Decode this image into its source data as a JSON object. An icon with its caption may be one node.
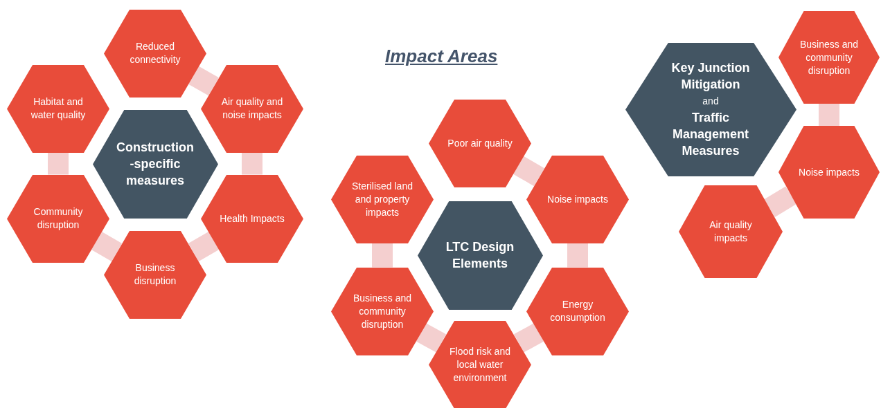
{
  "diagram": {
    "title": "Impact Areas",
    "nodes": [
      {
        "text": [
          "Construction -specific measures"
        ]
      },
      {
        "text": [
          "Reduced connectivity"
        ]
      },
      {
        "text": [
          "Habitat and water quality"
        ]
      },
      {
        "text": [
          "Air quality and noise impacts"
        ]
      },
      {
        "text": [
          "Community disruption"
        ]
      },
      {
        "text": [
          "Health Impacts"
        ]
      },
      {
        "text": [
          "Business disruption"
        ]
      },
      {
        "text": [
          "LTC Design Elements"
        ]
      },
      {
        "text": [
          "Poor air quality"
        ]
      },
      {
        "text": [
          "Sterilised land and property impacts"
        ]
      },
      {
        "text": [
          "Noise impacts"
        ]
      },
      {
        "text": [
          "Business and community disruption"
        ]
      },
      {
        "text": [
          "Energy consumption"
        ]
      },
      {
        "text": [
          "Flood risk and local water environment"
        ]
      },
      {
        "text": [
          "Key Junction Mitigation",
          "and",
          "Traffic Management Measures"
        ]
      },
      {
        "text": [
          "Business and community disruption"
        ]
      },
      {
        "text": [
          "Noise impacts"
        ]
      },
      {
        "text": [
          "Air quality impacts"
        ]
      }
    ],
    "edges": [
      {
        "from": 1,
        "to": 3,
        "arrow": "none"
      },
      {
        "from": 3,
        "to": 5,
        "arrow": "none"
      },
      {
        "from": 5,
        "to": 6,
        "arrow": "none"
      },
      {
        "from": 6,
        "to": 4,
        "arrow": "none"
      },
      {
        "from": 4,
        "to": 2,
        "arrow": "none"
      },
      {
        "from": 8,
        "to": 10,
        "arrow": "none"
      },
      {
        "from": 10,
        "to": 12,
        "arrow": "none"
      },
      {
        "from": 12,
        "to": 13,
        "arrow": "none"
      },
      {
        "from": 13,
        "to": 11,
        "arrow": "none"
      },
      {
        "from": 11,
        "to": 9,
        "arrow": "none"
      },
      {
        "from": 15,
        "to": 16,
        "arrow": "none"
      },
      {
        "from": 16,
        "to": 17,
        "arrow": "none"
      }
    ]
  }
}
